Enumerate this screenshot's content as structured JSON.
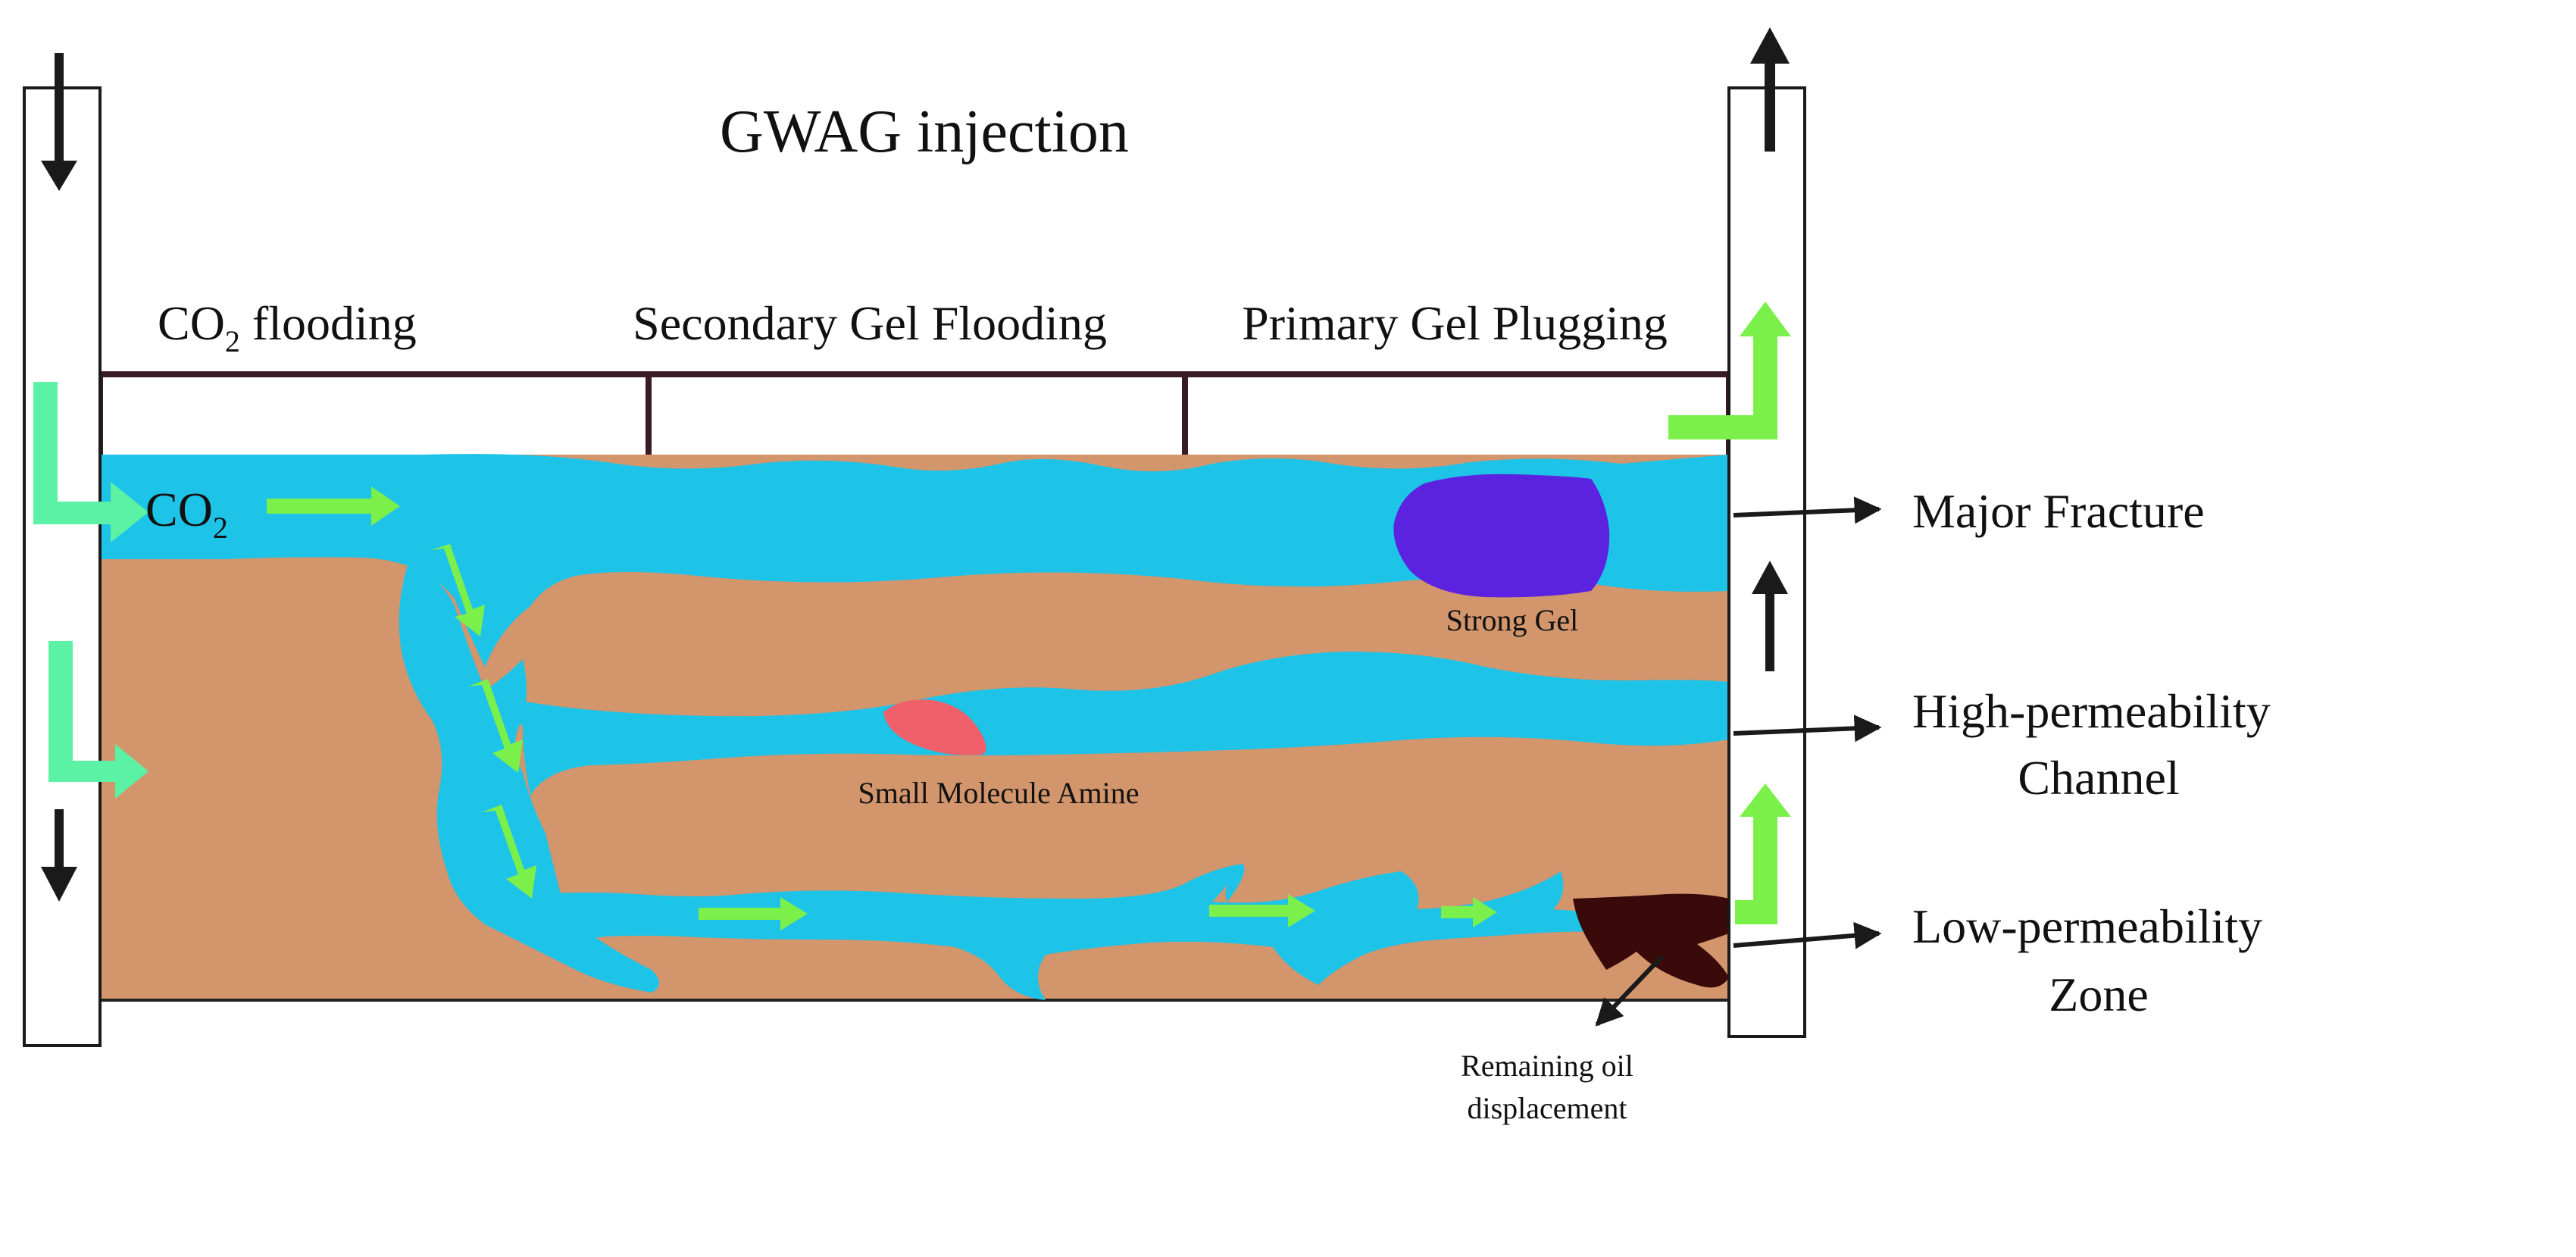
{
  "title": "GWAG injection",
  "stages": {
    "co2_flooding_main": "CO",
    "co2_flooding_sub": "2",
    "co2_flooding_tail": " flooding",
    "secondary": "Secondary Gel Flooding",
    "primary": "Primary Gel Plugging"
  },
  "co2_label": {
    "main": "CO",
    "sub": "2"
  },
  "inner_labels": {
    "strong_gel": "Strong Gel",
    "small_molecule_amine": "Small Molecule Amine",
    "remaining_oil_line1": "Remaining oil",
    "remaining_oil_line2": "displacement"
  },
  "side_labels": {
    "major_fracture": "Major Fracture",
    "high_perm_line1": "High-permeability",
    "high_perm_line2": "Channel",
    "low_perm_line1": "Low-permeability",
    "low_perm_line2": "Zone"
  },
  "colors": {
    "rock": "#D3956B",
    "fluid": "#1EC3E8",
    "strong_gel": "#5B22E0",
    "amine": "#F0606A",
    "remaining_oil": "#3A0A0A",
    "flow_arrow": "#7BF04A",
    "well_arrow": "#5CF2A6",
    "ink": "#1a1a1a"
  }
}
